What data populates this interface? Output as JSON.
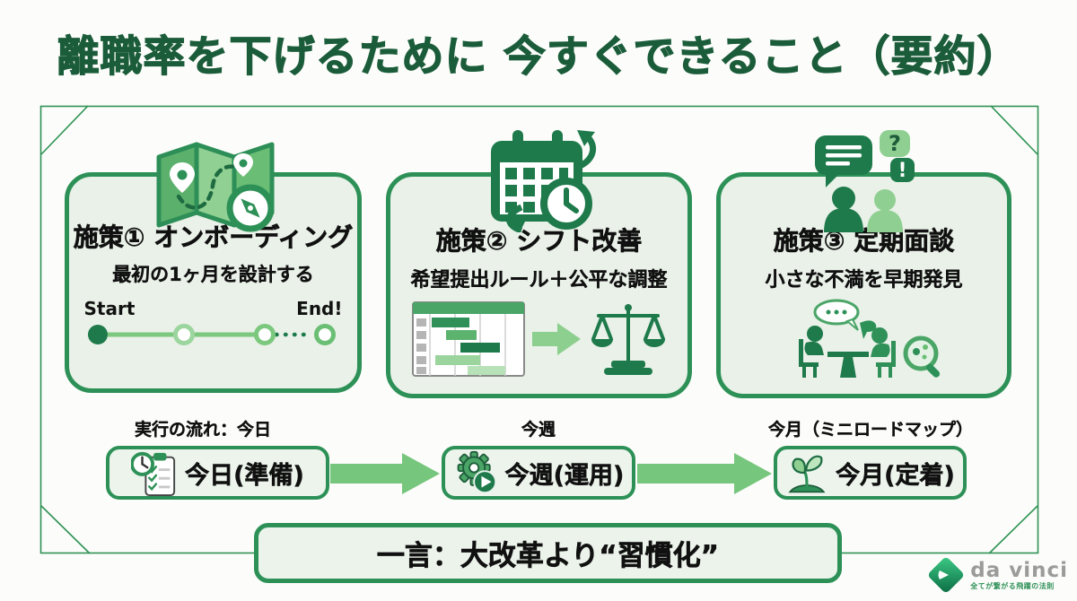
{
  "title": "離職率を下げるために 今すぐできること（要約）",
  "cards": [
    {
      "title": "施策① オンボーディング",
      "subtitle": "最初の1ヶ月を設計する",
      "icon": "map-compass-icon",
      "timeline": {
        "start_label": "Start",
        "end_label": "End!"
      }
    },
    {
      "title": "施策② シフト改善",
      "subtitle": "希望提出ルール＋公平な調整",
      "icon": "calendar-clock-icon",
      "illustration": "shift-table-to-balance-scale"
    },
    {
      "title": "施策③ 定期面談",
      "subtitle": "小さな不満を早期発見",
      "icon": "chat-people-icon",
      "illustration": "meeting-with-magnifier"
    }
  ],
  "flow": {
    "labels": [
      "実行の流れ：今日",
      "今週",
      "今月（ミニロードマップ）"
    ],
    "steps": [
      {
        "label": "今日(準備)",
        "icon": "clock-checklist-icon"
      },
      {
        "label": "今週(運用)",
        "icon": "gear-play-icon"
      },
      {
        "label": "今月(定着)",
        "icon": "sprout-icon"
      }
    ]
  },
  "banner": {
    "text": "一言：大改革より“習慣化”"
  },
  "logo": {
    "name": "da vinci",
    "tagline": "全てが繋がる飛躍の法則",
    "icon": "green-diamond-logo-icon"
  },
  "colors": {
    "title_green": "#1b5c3a",
    "border_green": "#2d9157",
    "dark_icon_green": "#1e7a4b",
    "mid_green": "#4aa567",
    "light_green": "#8fcf92",
    "arrow_green": "#77c67d",
    "card_bg": "#e9f1e8",
    "page_bg": "#fcfdfa"
  }
}
